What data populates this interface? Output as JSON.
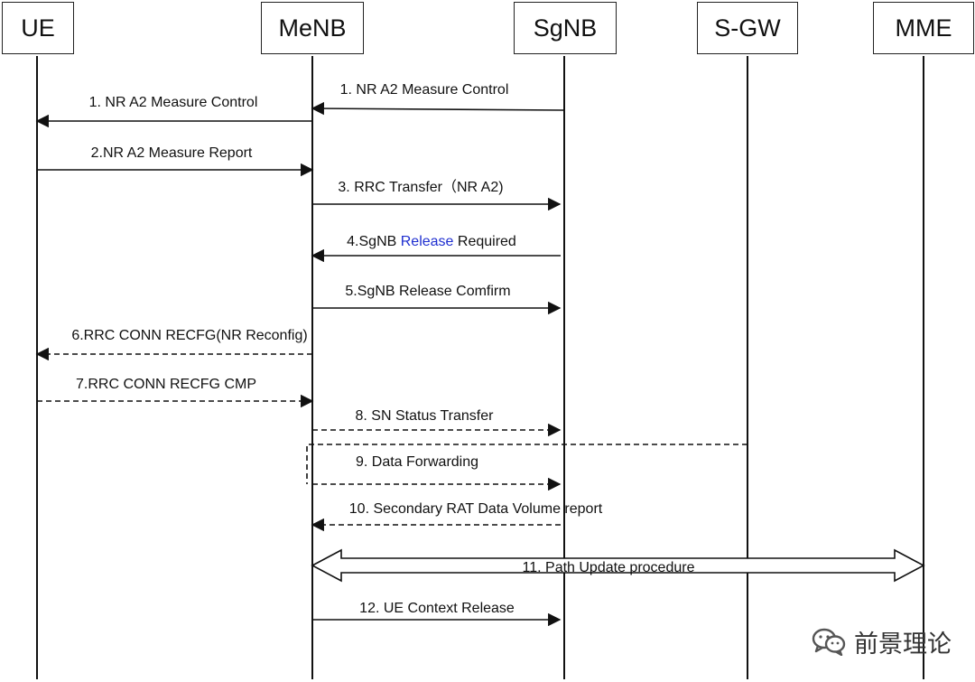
{
  "entities": [
    {
      "id": "ue",
      "label": "UE"
    },
    {
      "id": "menb",
      "label": "MeNB"
    },
    {
      "id": "sgnb",
      "label": "SgNB"
    },
    {
      "id": "sgw",
      "label": "S-GW"
    },
    {
      "id": "mme",
      "label": "MME"
    }
  ],
  "messages": [
    {
      "from": "sgnb",
      "to": "menb",
      "dashed": false,
      "segments": [
        {
          "text": "1. NR A2 Measure Control"
        }
      ]
    },
    {
      "from": "menb",
      "to": "ue",
      "dashed": false,
      "segments": [
        {
          "text": "1. NR A2 Measure Control"
        }
      ]
    },
    {
      "from": "ue",
      "to": "menb",
      "dashed": false,
      "segments": [
        {
          "text": "2.NR A2 Measure Report"
        }
      ]
    },
    {
      "from": "menb",
      "to": "sgnb",
      "dashed": false,
      "segments": [
        {
          "text": "3. RRC Transfer（NR A2)"
        }
      ]
    },
    {
      "from": "sgnb",
      "to": "menb",
      "dashed": false,
      "segments": [
        {
          "text": "4.SgNB "
        },
        {
          "text": "Release",
          "color": "#1f2fd0"
        },
        {
          "text": " Required"
        }
      ]
    },
    {
      "from": "menb",
      "to": "sgnb",
      "dashed": false,
      "segments": [
        {
          "text": "5.SgNB Release Comfirm"
        }
      ]
    },
    {
      "from": "menb",
      "to": "ue",
      "dashed": true,
      "segments": [
        {
          "text": "6.RRC CONN RECFG(NR Reconfig)"
        }
      ]
    },
    {
      "from": "ue",
      "to": "menb",
      "dashed": true,
      "segments": [
        {
          "text": "7.RRC CONN RECFG CMP"
        }
      ]
    },
    {
      "from": "menb",
      "to": "sgnb",
      "dashed": true,
      "segments": [
        {
          "text": "8. SN Status Transfer"
        }
      ]
    },
    {
      "from": "menb",
      "to": "sgnb",
      "dashed": true,
      "segments": [
        {
          "text": "9. Data Forwarding"
        }
      ]
    },
    {
      "from": "sgnb",
      "to": "menb",
      "dashed": true,
      "segments": [
        {
          "text": "10. Secondary RAT Data Volume report"
        }
      ]
    },
    {
      "from": "menb",
      "to": "mme",
      "dashed": false,
      "double": true,
      "segments": [
        {
          "text": "11. Path Update procedure"
        }
      ]
    },
    {
      "from": "menb",
      "to": "sgnb",
      "dashed": false,
      "segments": [
        {
          "text": "12. UE Context Release"
        }
      ]
    }
  ],
  "forwarding_path": {
    "from": "sgw",
    "via": "menb",
    "to": "sgnb",
    "dashed": true
  },
  "watermark": {
    "text": "前景理论",
    "icon": "wechat-icon"
  }
}
